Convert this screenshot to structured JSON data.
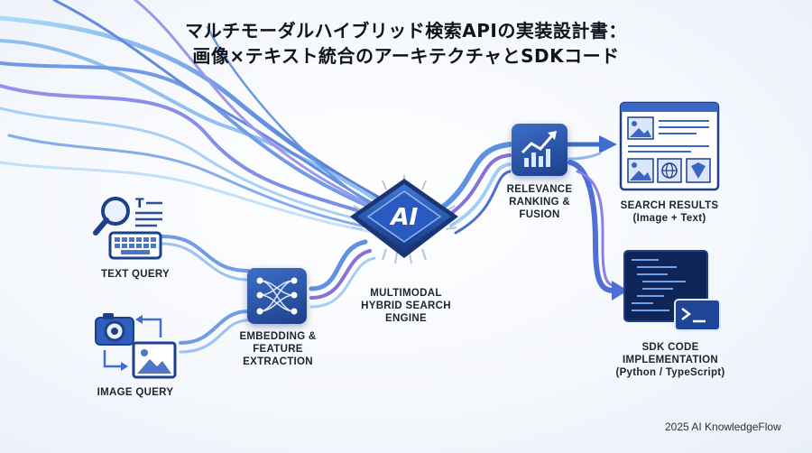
{
  "title": {
    "line1": "マルチモーダルハイブリッド検索APIの実装設計書：",
    "line2": "画像×テキスト統合のアーキテクチャとSDKコード"
  },
  "nodes": {
    "text_query": "TEXT QUERY",
    "image_query": "IMAGE QUERY",
    "embedding": "EMBEDDING &\nFEATURE\nEXTRACTION",
    "engine": "MULTIMODAL\nHYBRID SEARCH\nENGINE",
    "engine_chip": "AI",
    "ranking": "RELEVANCE\nRANKING &\nFUSION",
    "results": "SEARCH RESULTS\n(Image + Text)",
    "sdk": "SDK CODE\nIMPLEMENTATION\n(Python / TypeScript)"
  },
  "footer": "2025 AI KnowledgeFlow",
  "colors": {
    "primary": "#1d3f8c",
    "accent": "#3d6fc6",
    "flow_blue": "#4f86e0",
    "flow_violet": "#7b63d6",
    "flow_cyan": "#8fd4f5"
  }
}
